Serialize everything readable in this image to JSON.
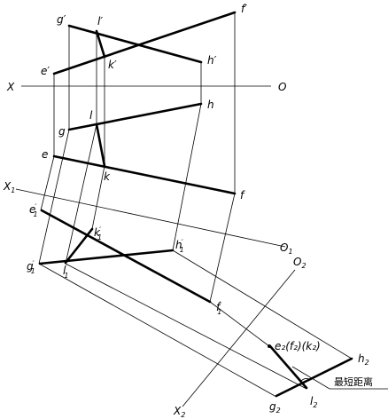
{
  "axes": {
    "x": "X",
    "o": "O",
    "x1": "X",
    "x1_sub": "1",
    "o1": "O",
    "o1_sub": "1",
    "o2": "O",
    "o2_sub": "2",
    "x2": "X",
    "x2_sub": "2"
  },
  "points": {
    "g_prime": "g′",
    "l_prime": "l′",
    "f_prime": "f′",
    "e_prime": "e′",
    "k_prime": "k′",
    "h_prime": "h′",
    "l": "l",
    "h": "h",
    "g": "g",
    "e": "e",
    "k": "k",
    "f": "f",
    "e1": "e",
    "e1_sub": "1",
    "e1_mark": "′",
    "k1": "k",
    "k1_sub": "1",
    "k1_mark": "′",
    "h1": "h",
    "h1_sub": "1",
    "h1_mark": "′",
    "g1": "g",
    "g1_sub": "1",
    "g1_mark": "′",
    "l1": "l",
    "l1_sub": "1",
    "l1_mark": "′",
    "f1": "f",
    "f1_sub": "1",
    "f1_mark": "′",
    "e2_group": "e₂(f₂)(k₂)",
    "h2": "h",
    "h2_sub": "2",
    "l2": "l",
    "l2_sub": "2",
    "g2": "g",
    "g2_sub": "2"
  },
  "annotation": {
    "shortest_distance": "最短距离"
  }
}
